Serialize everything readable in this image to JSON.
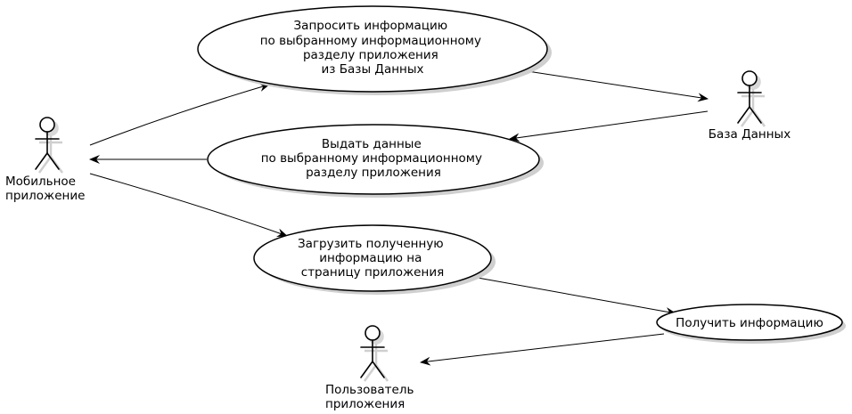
{
  "actors": {
    "mobile_app": {
      "label_lines": [
        "Мобильное",
        "приложение"
      ]
    },
    "database": {
      "label_lines": [
        "База Данных"
      ]
    },
    "user": {
      "label_lines": [
        "Пользователь",
        "приложения"
      ]
    }
  },
  "use_cases": {
    "request_info": {
      "lines": [
        "Запросить информацию",
        "по выбранному информационному",
        "разделу приложения",
        "из Базы Данных"
      ]
    },
    "provide_data": {
      "lines": [
        "Выдать данные",
        "по выбранному информационному",
        "разделу приложения"
      ]
    },
    "load_info": {
      "lines": [
        "Загрузить полученную",
        "информацию на",
        "страницу приложения"
      ]
    },
    "get_info": {
      "lines": [
        "Получить информацию"
      ]
    }
  },
  "colors": {
    "line": "#000000",
    "fill": "#ffffff",
    "shadow": "#cfcfcf"
  }
}
